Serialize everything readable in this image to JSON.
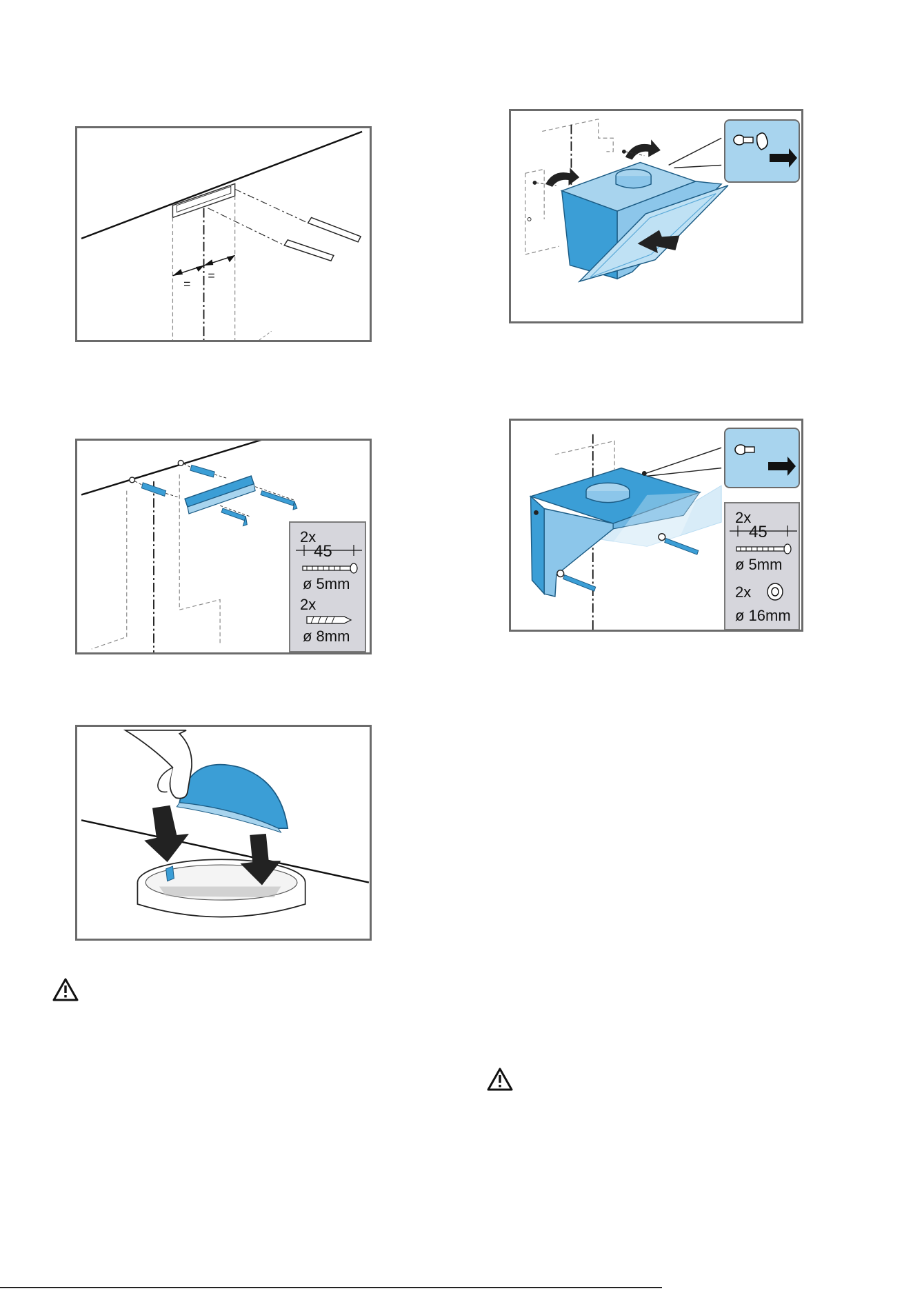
{
  "fig2_legend": {
    "screw_qty": "2x",
    "screw_length": "45",
    "screw_diameter": "ø 5mm",
    "plug_qty": "2x",
    "plug_diameter": "ø 8mm"
  },
  "fig5_legend": {
    "screw_qty": "2x",
    "screw_length": "45",
    "screw_diameter": "ø 5mm",
    "washer_qty": "2x",
    "washer_diameter": "ø 16mm"
  },
  "fig1": {
    "equal_mark_left": "=",
    "equal_mark_right": "="
  },
  "colors": {
    "accent_blue": "#3b9ed6",
    "light_blue": "#a8d4ee",
    "frame": "#6b6b6b",
    "legend_bg": "#d6d6dc"
  },
  "icons": [
    "warning-triangle-icon",
    "warning-triangle-icon"
  ]
}
